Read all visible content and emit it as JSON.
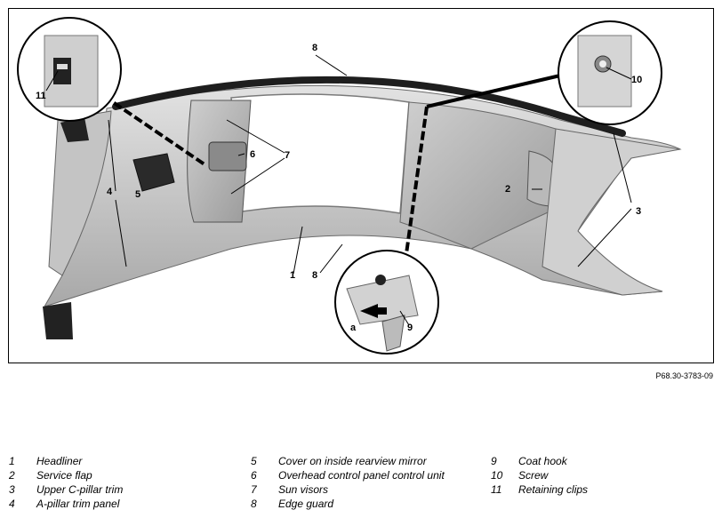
{
  "callouts": {
    "c1": "1",
    "c2": "2",
    "c3": "3",
    "c4": "4",
    "c5": "5",
    "c6": "6",
    "c7": "7",
    "c8a": "8",
    "c8b": "8",
    "c9": "9",
    "c10": "10",
    "c11": "11",
    "a": "a"
  },
  "figure_code": "P68.30-3783-09",
  "legend": {
    "col1": [
      {
        "num": "1",
        "text": "Headliner"
      },
      {
        "num": "2",
        "text": "Service flap"
      },
      {
        "num": "3",
        "text": "Upper C-pillar trim"
      },
      {
        "num": "4",
        "text": "A-pillar trim panel"
      }
    ],
    "col2": [
      {
        "num": "5",
        "text": "Cover on inside rearview mirror"
      },
      {
        "num": "6",
        "text": "Overhead control panel control unit"
      },
      {
        "num": "7",
        "text": "Sun visors"
      },
      {
        "num": "8",
        "text": "Edge guard"
      }
    ],
    "col3": [
      {
        "num": "9",
        "text": "Coat hook"
      },
      {
        "num": "10",
        "text": "Screw"
      },
      {
        "num": "11",
        "text": "Retaining clips"
      }
    ]
  }
}
